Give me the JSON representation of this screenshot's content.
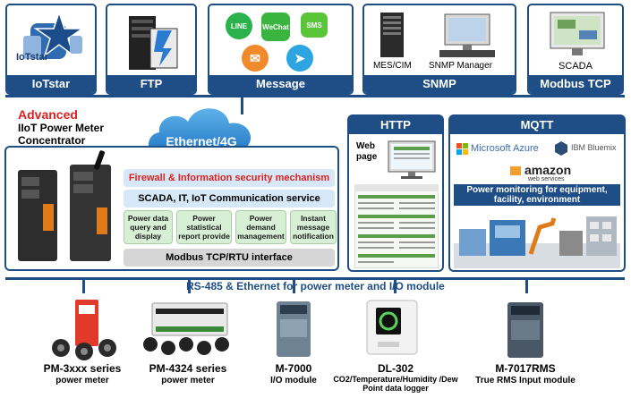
{
  "top_services": [
    {
      "label": "IoTstar",
      "logo_text": "IoTstar"
    },
    {
      "label": "FTP"
    },
    {
      "label": "Message",
      "apps": [
        "LINE",
        "WeChat",
        "SMS"
      ]
    },
    {
      "label": "SNMP",
      "captions": [
        "MES/CIM",
        "SNMP Manager"
      ]
    },
    {
      "label": "Modbus TCP",
      "caption": "SCADA"
    }
  ],
  "title": {
    "line1": "Advanced",
    "line2": "IIoT Power Meter",
    "line3": "Concentrator"
  },
  "cloud_label": "Ethernet/4G",
  "concentrator": {
    "firewall": "Firewall & Information security mechanism",
    "comm": "SCADA, IT, IoT Communication service",
    "features": [
      "Power data query and display",
      "Power statistical report provide",
      "Power demand management",
      "Instant message notification"
    ],
    "modbus": "Modbus TCP/RTU interface"
  },
  "http": {
    "header": "HTTP",
    "web_page": "Web page"
  },
  "mqtt": {
    "header": "MQTT",
    "azure": "Microsoft Azure",
    "bluemix": "IBM Bluemix",
    "amazon": "amazon",
    "amazon_sub": "web services",
    "monitoring": "Power monitoring for equipment, facility, environment"
  },
  "bus_label": "RS-485 & Ethernet for power meter and I/O module",
  "devices": [
    {
      "name": "PM-3xxx series",
      "sub": "power meter"
    },
    {
      "name": "PM-4324 series",
      "sub": "power meter"
    },
    {
      "name": "M-7000",
      "sub": "I/O module"
    },
    {
      "name": "DL-302",
      "sub": "CO2/Temperature/Humidity /Dew Point data logger"
    },
    {
      "name": "M-7017RMS",
      "sub": "True RMS Input module"
    }
  ],
  "colors": {
    "navy": "#1f4e86",
    "red": "#e02020",
    "green_box": "#d7efd5",
    "light_bar": "#d6e8f7"
  }
}
